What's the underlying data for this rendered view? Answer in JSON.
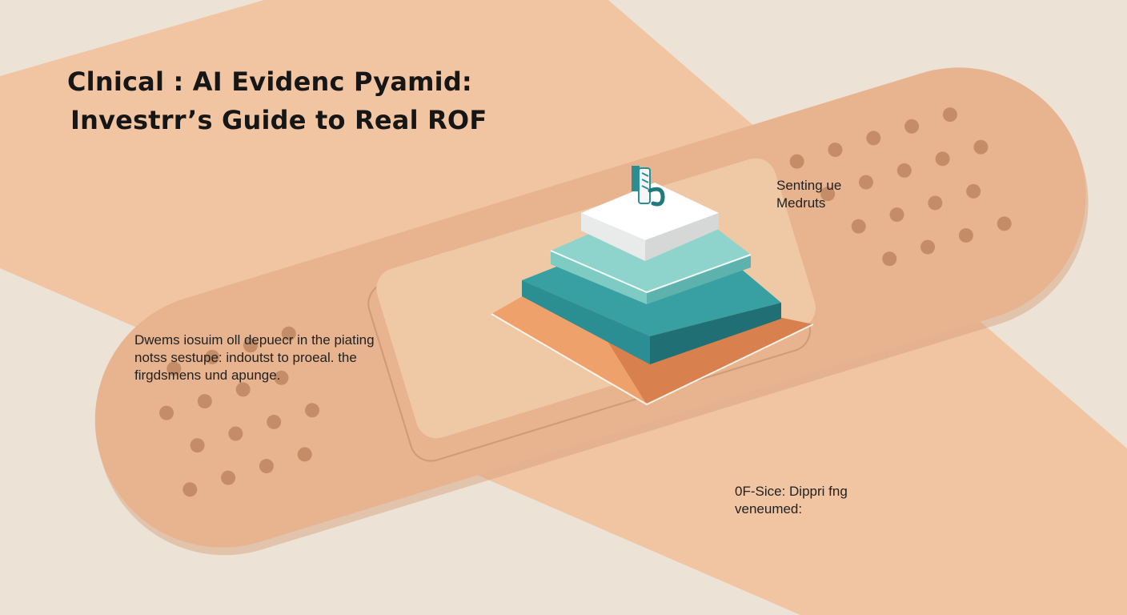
{
  "title": {
    "line1": "Clnical : AI Evidenc Pyamid:",
    "line2": "Investrr’s Guide  to Real ROF"
  },
  "annotations": {
    "left": {
      "line1": "Dwems iosuim oll depuecr in the piating",
      "line2": "notss sestupe: indoutst to proeal. the",
      "line3": "firgdsmens und apunge."
    },
    "right_top": {
      "line1": "Senting ue",
      "line2": "Medruts"
    },
    "bottom": {
      "line1": "0F-Sice: Dippri fng",
      "line2": "veneumed:"
    }
  },
  "pyramid": {
    "tiers": [
      {
        "name": "top",
        "color": "#f4f4f2"
      },
      {
        "name": "upper",
        "color": "#7ecbc4"
      },
      {
        "name": "middle",
        "color": "#2b8e92"
      },
      {
        "name": "base",
        "color": "#e8955f"
      }
    ],
    "top_icon": "caduceus-icon"
  },
  "colors": {
    "background": "#ece2d6",
    "bandage": "#e7b48f",
    "bandage_dots": "#c48d68",
    "pad": "#efc9a6"
  }
}
